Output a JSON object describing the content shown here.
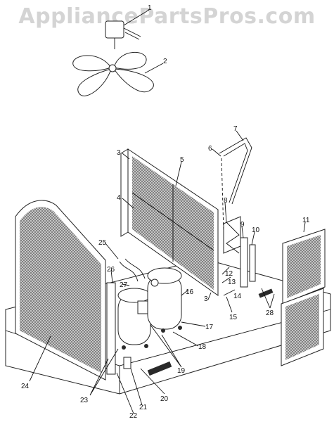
{
  "watermark": "AppliancePartsPros.com",
  "callouts": [
    "1",
    "2",
    "3",
    "4",
    "5",
    "6",
    "7",
    "8",
    "9",
    "10",
    "11",
    "12",
    "13",
    "14",
    "3",
    "15",
    "16",
    "17",
    "18",
    "19",
    "20",
    "21",
    "22",
    "23",
    "24",
    "25",
    "26",
    "27",
    "28"
  ]
}
